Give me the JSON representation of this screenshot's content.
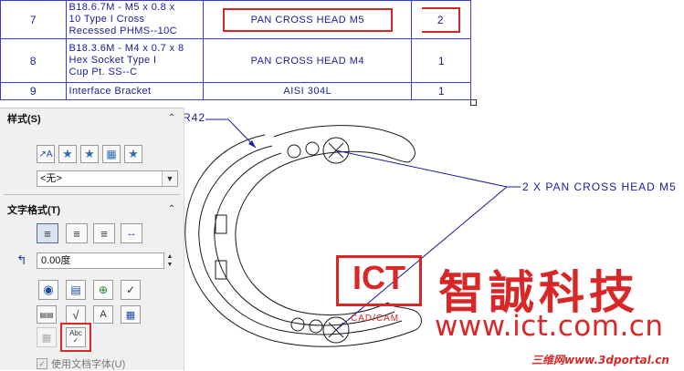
{
  "bom": {
    "rows": [
      {
        "no": "7",
        "desc_lines": [
          "B18.6.7M - M5 x 0.8 x",
          "10 Type I Cross",
          "Recessed PHMS--10C"
        ],
        "material": "PAN CROSS HEAD M5",
        "qty": "2"
      },
      {
        "no": "8",
        "desc_lines": [
          "B18.3.6M - M4 x 0.7 x 8",
          "Hex Socket Type I",
          "Cup Pt. SS--C"
        ],
        "material": "PAN CROSS HEAD M4",
        "qty": "1"
      },
      {
        "no": "9",
        "desc_lines": [
          "Interface Bracket"
        ],
        "material": "AISI 304L",
        "qty": "1"
      }
    ]
  },
  "panel": {
    "style_section": {
      "title": "样式(S)",
      "collapse_icon": "chevron-up",
      "dropdown_value": "<无>"
    },
    "text_format_section": {
      "title": "文字格式(T)",
      "angle_value": "0.00度",
      "use_doc_font_label": "使用文档字体(U)"
    }
  },
  "drawing": {
    "radius_label": "R42",
    "callout_label": "2 X PAN CROSS HEAD M5"
  },
  "watermark": {
    "logo": "ICT",
    "logo_sub": "CAD/CAM",
    "name": "智誠科技",
    "url": "www.ict.com.cn",
    "footer": "三维网www.3dportal.cn"
  },
  "colors": {
    "annotation": "#1a1a9e",
    "highlight": "#d92626",
    "panel_bg": "#f0f0f0"
  }
}
